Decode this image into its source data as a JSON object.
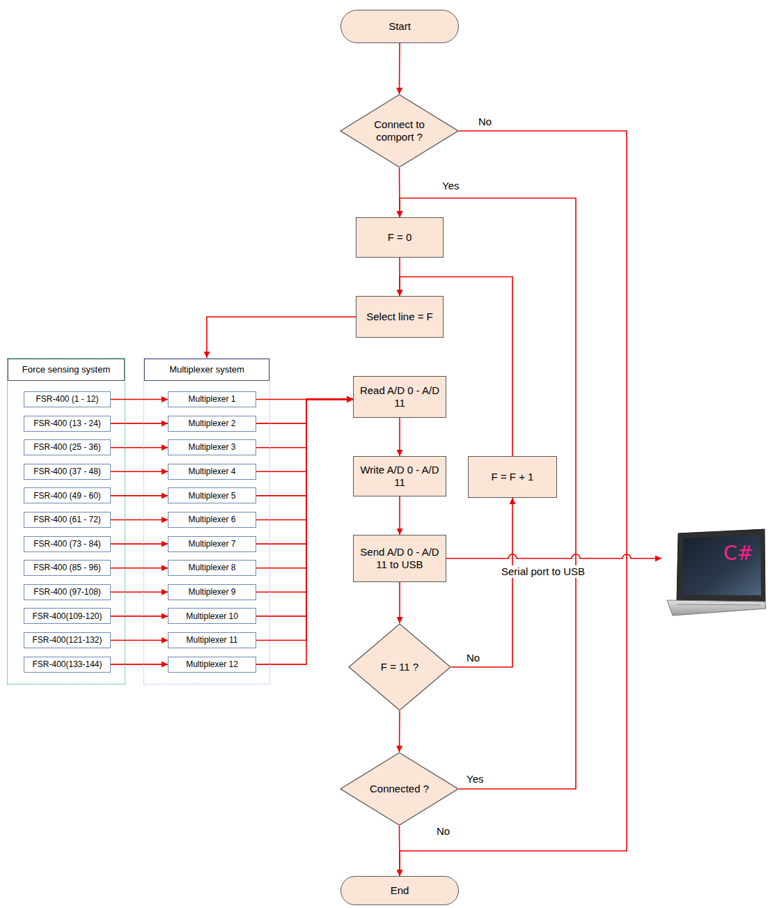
{
  "diagram": {
    "nodes": [
      {
        "text": [
          "Start"
        ]
      },
      {
        "text": [
          "Connect to comport ?"
        ]
      },
      {
        "text": [
          "F = 0"
        ]
      },
      {
        "text": [
          "Select line = F"
        ]
      },
      {
        "text": [
          "Force sensing system"
        ]
      },
      {
        "text": [
          "FSR-400 (1 - 12)"
        ],
        "in": 4
      },
      {
        "text": [
          "FSR-400 (13 - 24)"
        ],
        "in": 4
      },
      {
        "text": [
          "FSR-400 (25 - 36)"
        ],
        "in": 4
      },
      {
        "text": [
          "FSR-400 (37 - 48)"
        ],
        "in": 4
      },
      {
        "text": [
          "FSR-400 (49 - 60)"
        ],
        "in": 4
      },
      {
        "text": [
          "FSR-400 (61 - 72)"
        ],
        "in": 4
      },
      {
        "text": [
          "FSR-400 (73 - 84)"
        ],
        "in": 4
      },
      {
        "text": [
          "FSR-400 (85 - 96)"
        ],
        "in": 4
      },
      {
        "text": [
          "FSR-400 (97-108)"
        ],
        "in": 4
      },
      {
        "text": [
          "FSR-400(109-120)"
        ],
        "in": 4
      },
      {
        "text": [
          "FSR-400(121-132)"
        ],
        "in": 4
      },
      {
        "text": [
          "FSR-400(133-144)"
        ],
        "in": 4
      },
      {
        "text": [
          "Multiplexer system"
        ]
      },
      {
        "text": [
          "Multiplexer 1"
        ],
        "in": 17
      },
      {
        "text": [
          "Multiplexer 2"
        ],
        "in": 17
      },
      {
        "text": [
          "Multiplexer 3"
        ],
        "in": 17
      },
      {
        "text": [
          "Multiplexer 4"
        ],
        "in": 17
      },
      {
        "text": [
          "Multiplexer 5"
        ],
        "in": 17
      },
      {
        "text": [
          "Multiplexer 6"
        ],
        "in": 17
      },
      {
        "text": [
          "Multiplexer 7"
        ],
        "in": 17
      },
      {
        "text": [
          "Multiplexer 8"
        ],
        "in": 17
      },
      {
        "text": [
          "Multiplexer 9"
        ],
        "in": 17
      },
      {
        "text": [
          "Multiplexer 10"
        ],
        "in": 17
      },
      {
        "text": [
          "Multiplexer 11"
        ],
        "in": 17
      },
      {
        "text": [
          "Multiplexer 12"
        ],
        "in": 17
      },
      {
        "text": [
          "Read A/D 0 - A/D 11"
        ]
      },
      {
        "text": [
          "Write A/D 0 - A/D 11"
        ]
      },
      {
        "text": [
          "F = F + 1"
        ]
      },
      {
        "text": [
          "Send A/D 0 - A/D 11 to USB"
        ]
      },
      {
        "text": [
          "F = 11 ?"
        ]
      },
      {
        "text": [
          "Connected ?"
        ]
      },
      {
        "text": [
          "End"
        ]
      },
      {
        "text": [
          "C#"
        ]
      }
    ],
    "edges": [
      {
        "from": 0,
        "to": 1,
        "arrow": "to"
      },
      {
        "from": 1,
        "to": 36,
        "label": "No",
        "arrow": "to"
      },
      {
        "from": 1,
        "to": 2,
        "label": "Yes",
        "arrow": "to"
      },
      {
        "from": 2,
        "to": 3,
        "arrow": "to"
      },
      {
        "from": 3,
        "to": 17,
        "arrow": "to"
      },
      {
        "from": 5,
        "to": 18,
        "arrow": "to"
      },
      {
        "from": 6,
        "to": 19,
        "arrow": "to"
      },
      {
        "from": 7,
        "to": 20,
        "arrow": "to"
      },
      {
        "from": 8,
        "to": 21,
        "arrow": "to"
      },
      {
        "from": 9,
        "to": 22,
        "arrow": "to"
      },
      {
        "from": 10,
        "to": 23,
        "arrow": "to"
      },
      {
        "from": 11,
        "to": 24,
        "arrow": "to"
      },
      {
        "from": 12,
        "to": 25,
        "arrow": "to"
      },
      {
        "from": 13,
        "to": 26,
        "arrow": "to"
      },
      {
        "from": 14,
        "to": 27,
        "arrow": "to"
      },
      {
        "from": 15,
        "to": 28,
        "arrow": "to"
      },
      {
        "from": 16,
        "to": 29,
        "arrow": "to"
      },
      {
        "from": 18,
        "to": 30,
        "arrow": "to"
      },
      {
        "from": 19,
        "to": 30,
        "arrow": "to"
      },
      {
        "from": 20,
        "to": 30,
        "arrow": "to"
      },
      {
        "from": 21,
        "to": 30,
        "arrow": "to"
      },
      {
        "from": 22,
        "to": 30,
        "arrow": "to"
      },
      {
        "from": 23,
        "to": 30,
        "arrow": "to"
      },
      {
        "from": 24,
        "to": 30,
        "arrow": "to"
      },
      {
        "from": 25,
        "to": 30,
        "arrow": "to"
      },
      {
        "from": 26,
        "to": 30,
        "arrow": "to"
      },
      {
        "from": 27,
        "to": 30,
        "arrow": "to"
      },
      {
        "from": 28,
        "to": 30,
        "arrow": "to"
      },
      {
        "from": 29,
        "to": 30,
        "arrow": "to"
      },
      {
        "from": 30,
        "to": 31,
        "arrow": "to"
      },
      {
        "from": 31,
        "to": 33,
        "arrow": "to"
      },
      {
        "from": 33,
        "to": 37,
        "label": "Serial port to USB",
        "arrow": "to"
      },
      {
        "from": 33,
        "to": 34,
        "arrow": "to"
      },
      {
        "from": 34,
        "to": 32,
        "label": "No",
        "arrow": "to"
      },
      {
        "from": 32,
        "to": 3,
        "arrow": "to"
      },
      {
        "from": 34,
        "to": 35,
        "arrow": "to"
      },
      {
        "from": 35,
        "to": 2,
        "label": "Yes",
        "arrow": "to"
      },
      {
        "from": 35,
        "to": 36,
        "label": "No",
        "arrow": "to"
      }
    ]
  }
}
